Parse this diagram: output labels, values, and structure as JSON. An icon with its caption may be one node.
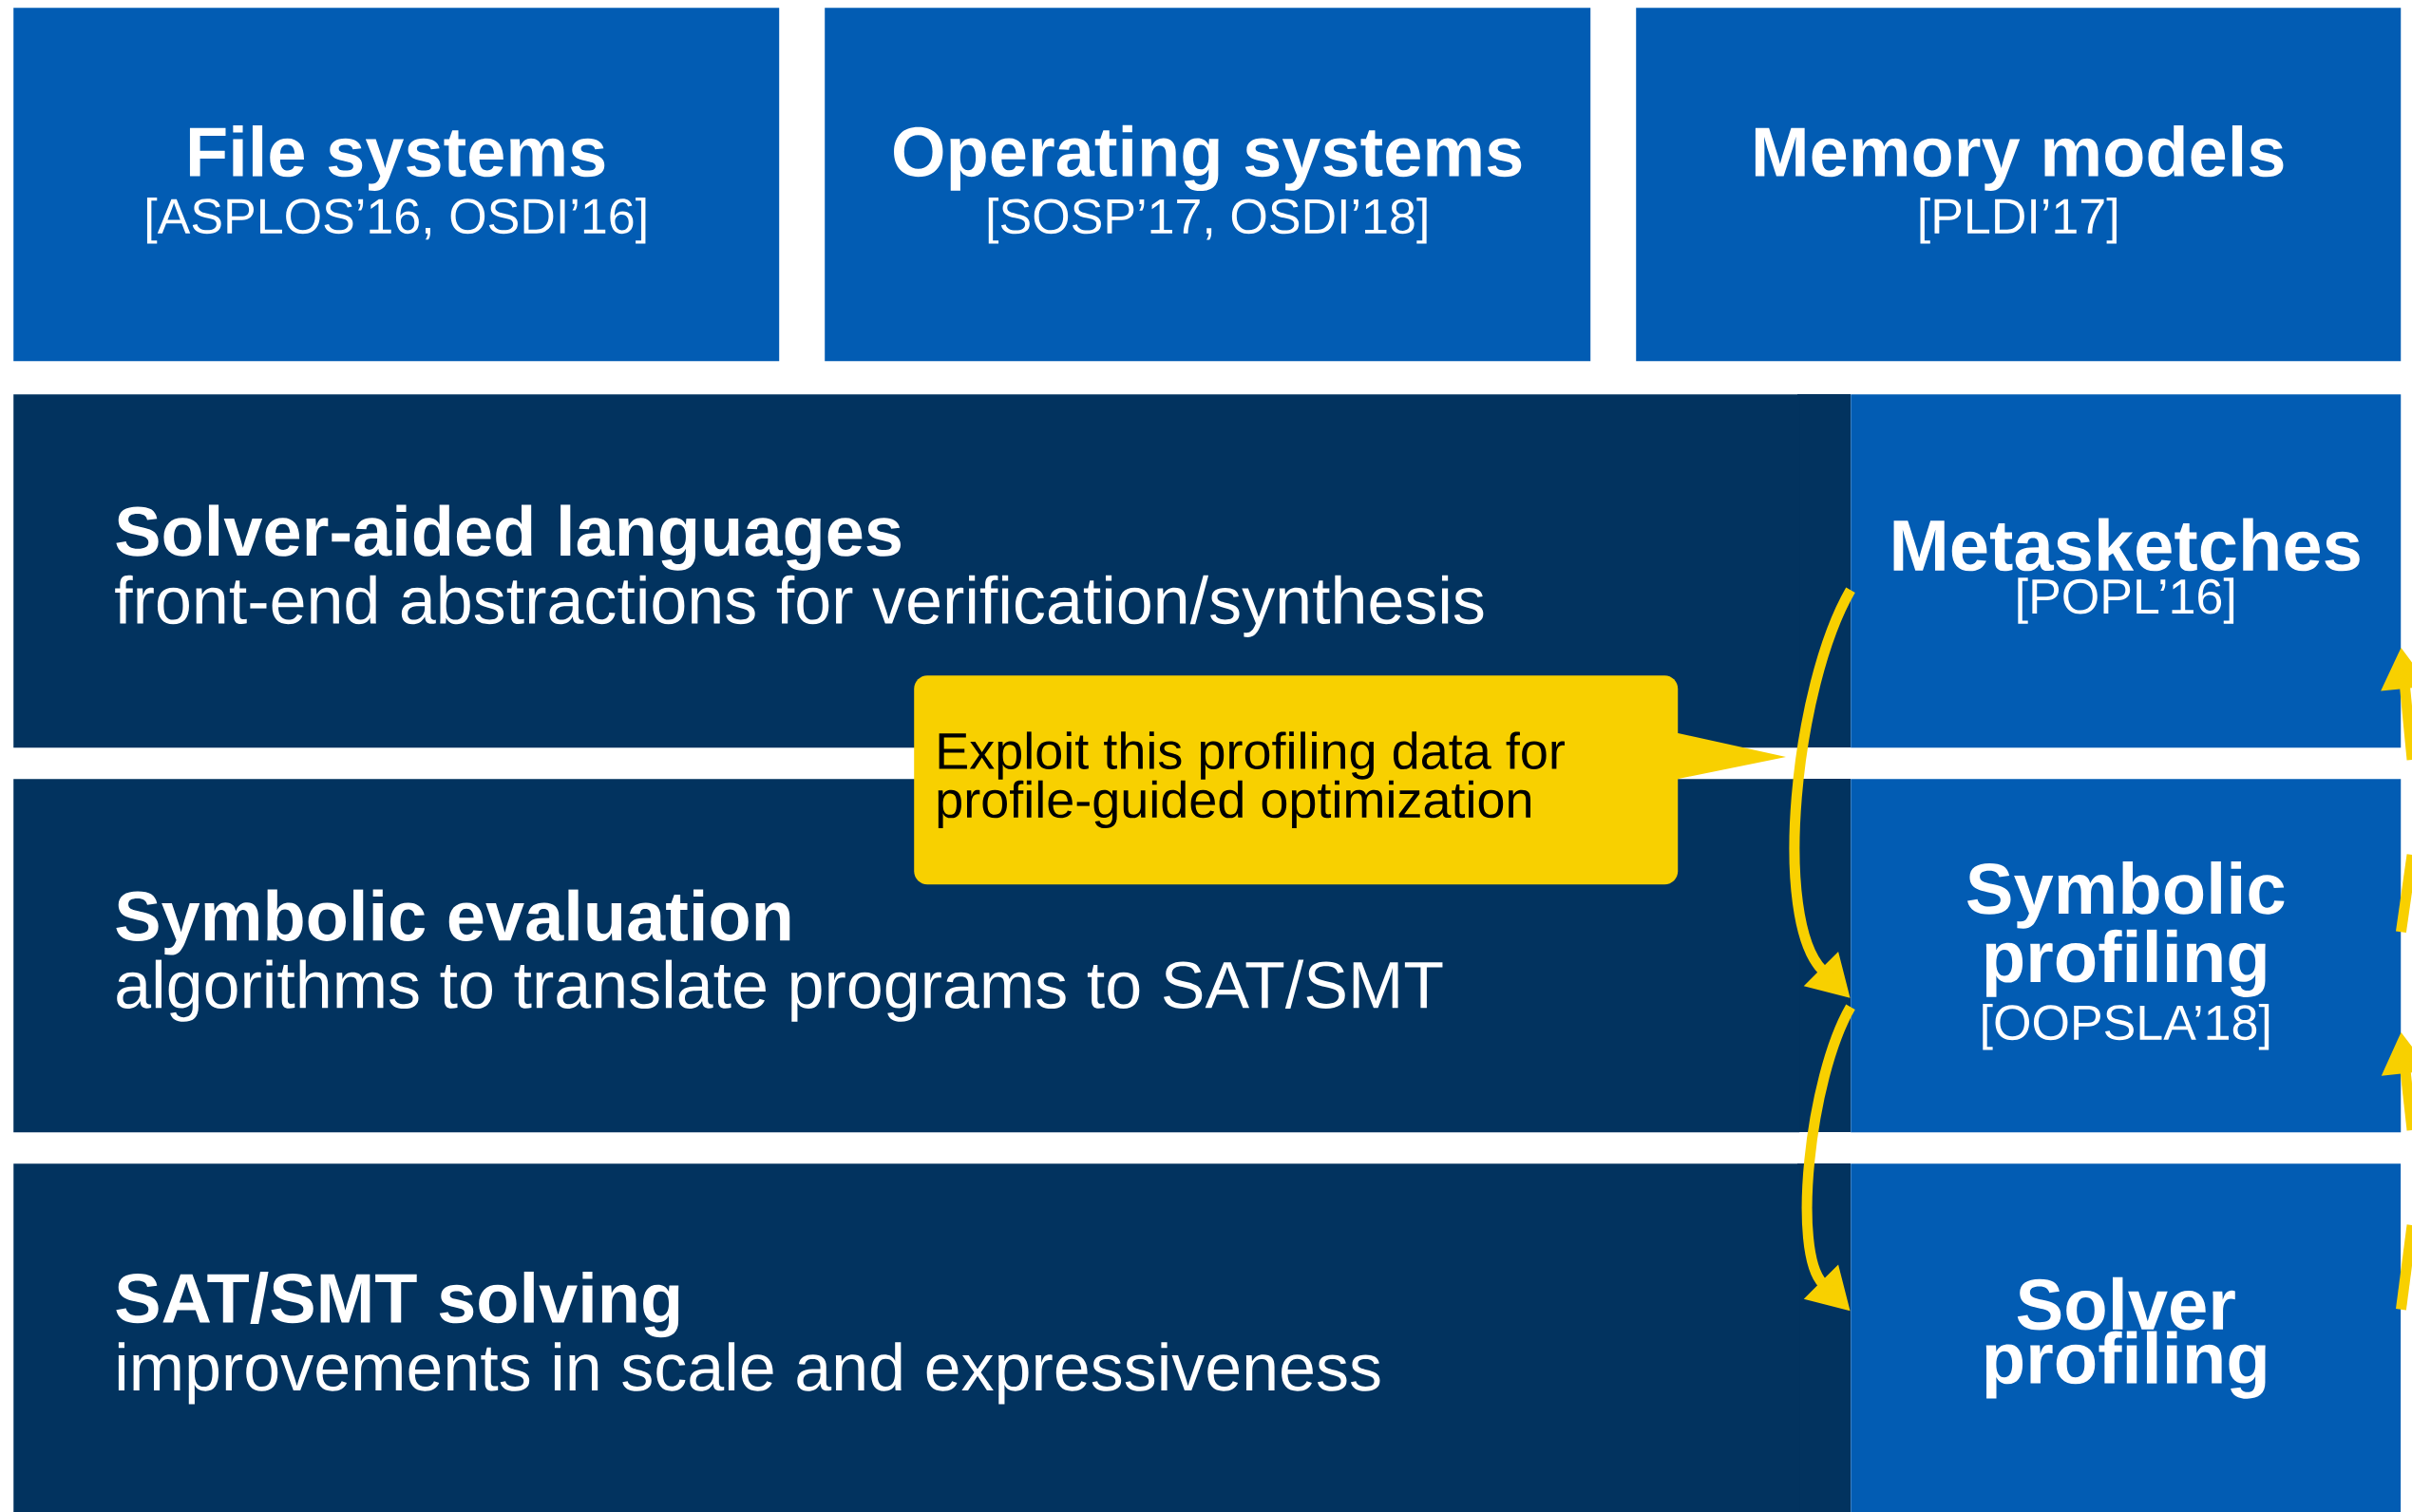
{
  "diagram": {
    "nodes": [
      {
        "text": [
          "File systems",
          "[ASPLOS’16, OSDI’16]"
        ]
      },
      {
        "text": [
          "Operating systems",
          "[SOSP’17, OSDI’18]"
        ]
      },
      {
        "text": [
          "Memory models",
          "[PLDI’17]"
        ]
      },
      {
        "text": [
          "Solver-aided languages",
          "front-end abstractions for verification/synthesis"
        ]
      },
      {
        "text": [
          "Metasketches",
          "[POPL’16]"
        ]
      },
      {
        "text": [
          "Symbolic evaluation",
          "algorithms to translate programs to SAT/SMT"
        ]
      },
      {
        "text": [
          "Symbolic profiling",
          "[OOPSLA’18]"
        ]
      },
      {
        "text": [
          "SAT/SMT solving",
          "improvements in scale and expressiveness"
        ]
      },
      {
        "text": [
          "Solver profiling"
        ]
      },
      {
        "text": [
          "Exploit this profiling data for profile-guided optimization"
        ]
      }
    ],
    "edges": [
      {
        "from": 4,
        "to": 6,
        "arrow": "to"
      },
      {
        "from": 6,
        "to": 8,
        "arrow": "to"
      },
      {
        "from": null,
        "to": 4,
        "arrow": "to"
      },
      {
        "from": 6,
        "to": null,
        "arrow": "none"
      },
      {
        "from": null,
        "to": 6,
        "arrow": "to"
      },
      {
        "from": 8,
        "to": null,
        "arrow": "none"
      }
    ]
  }
}
